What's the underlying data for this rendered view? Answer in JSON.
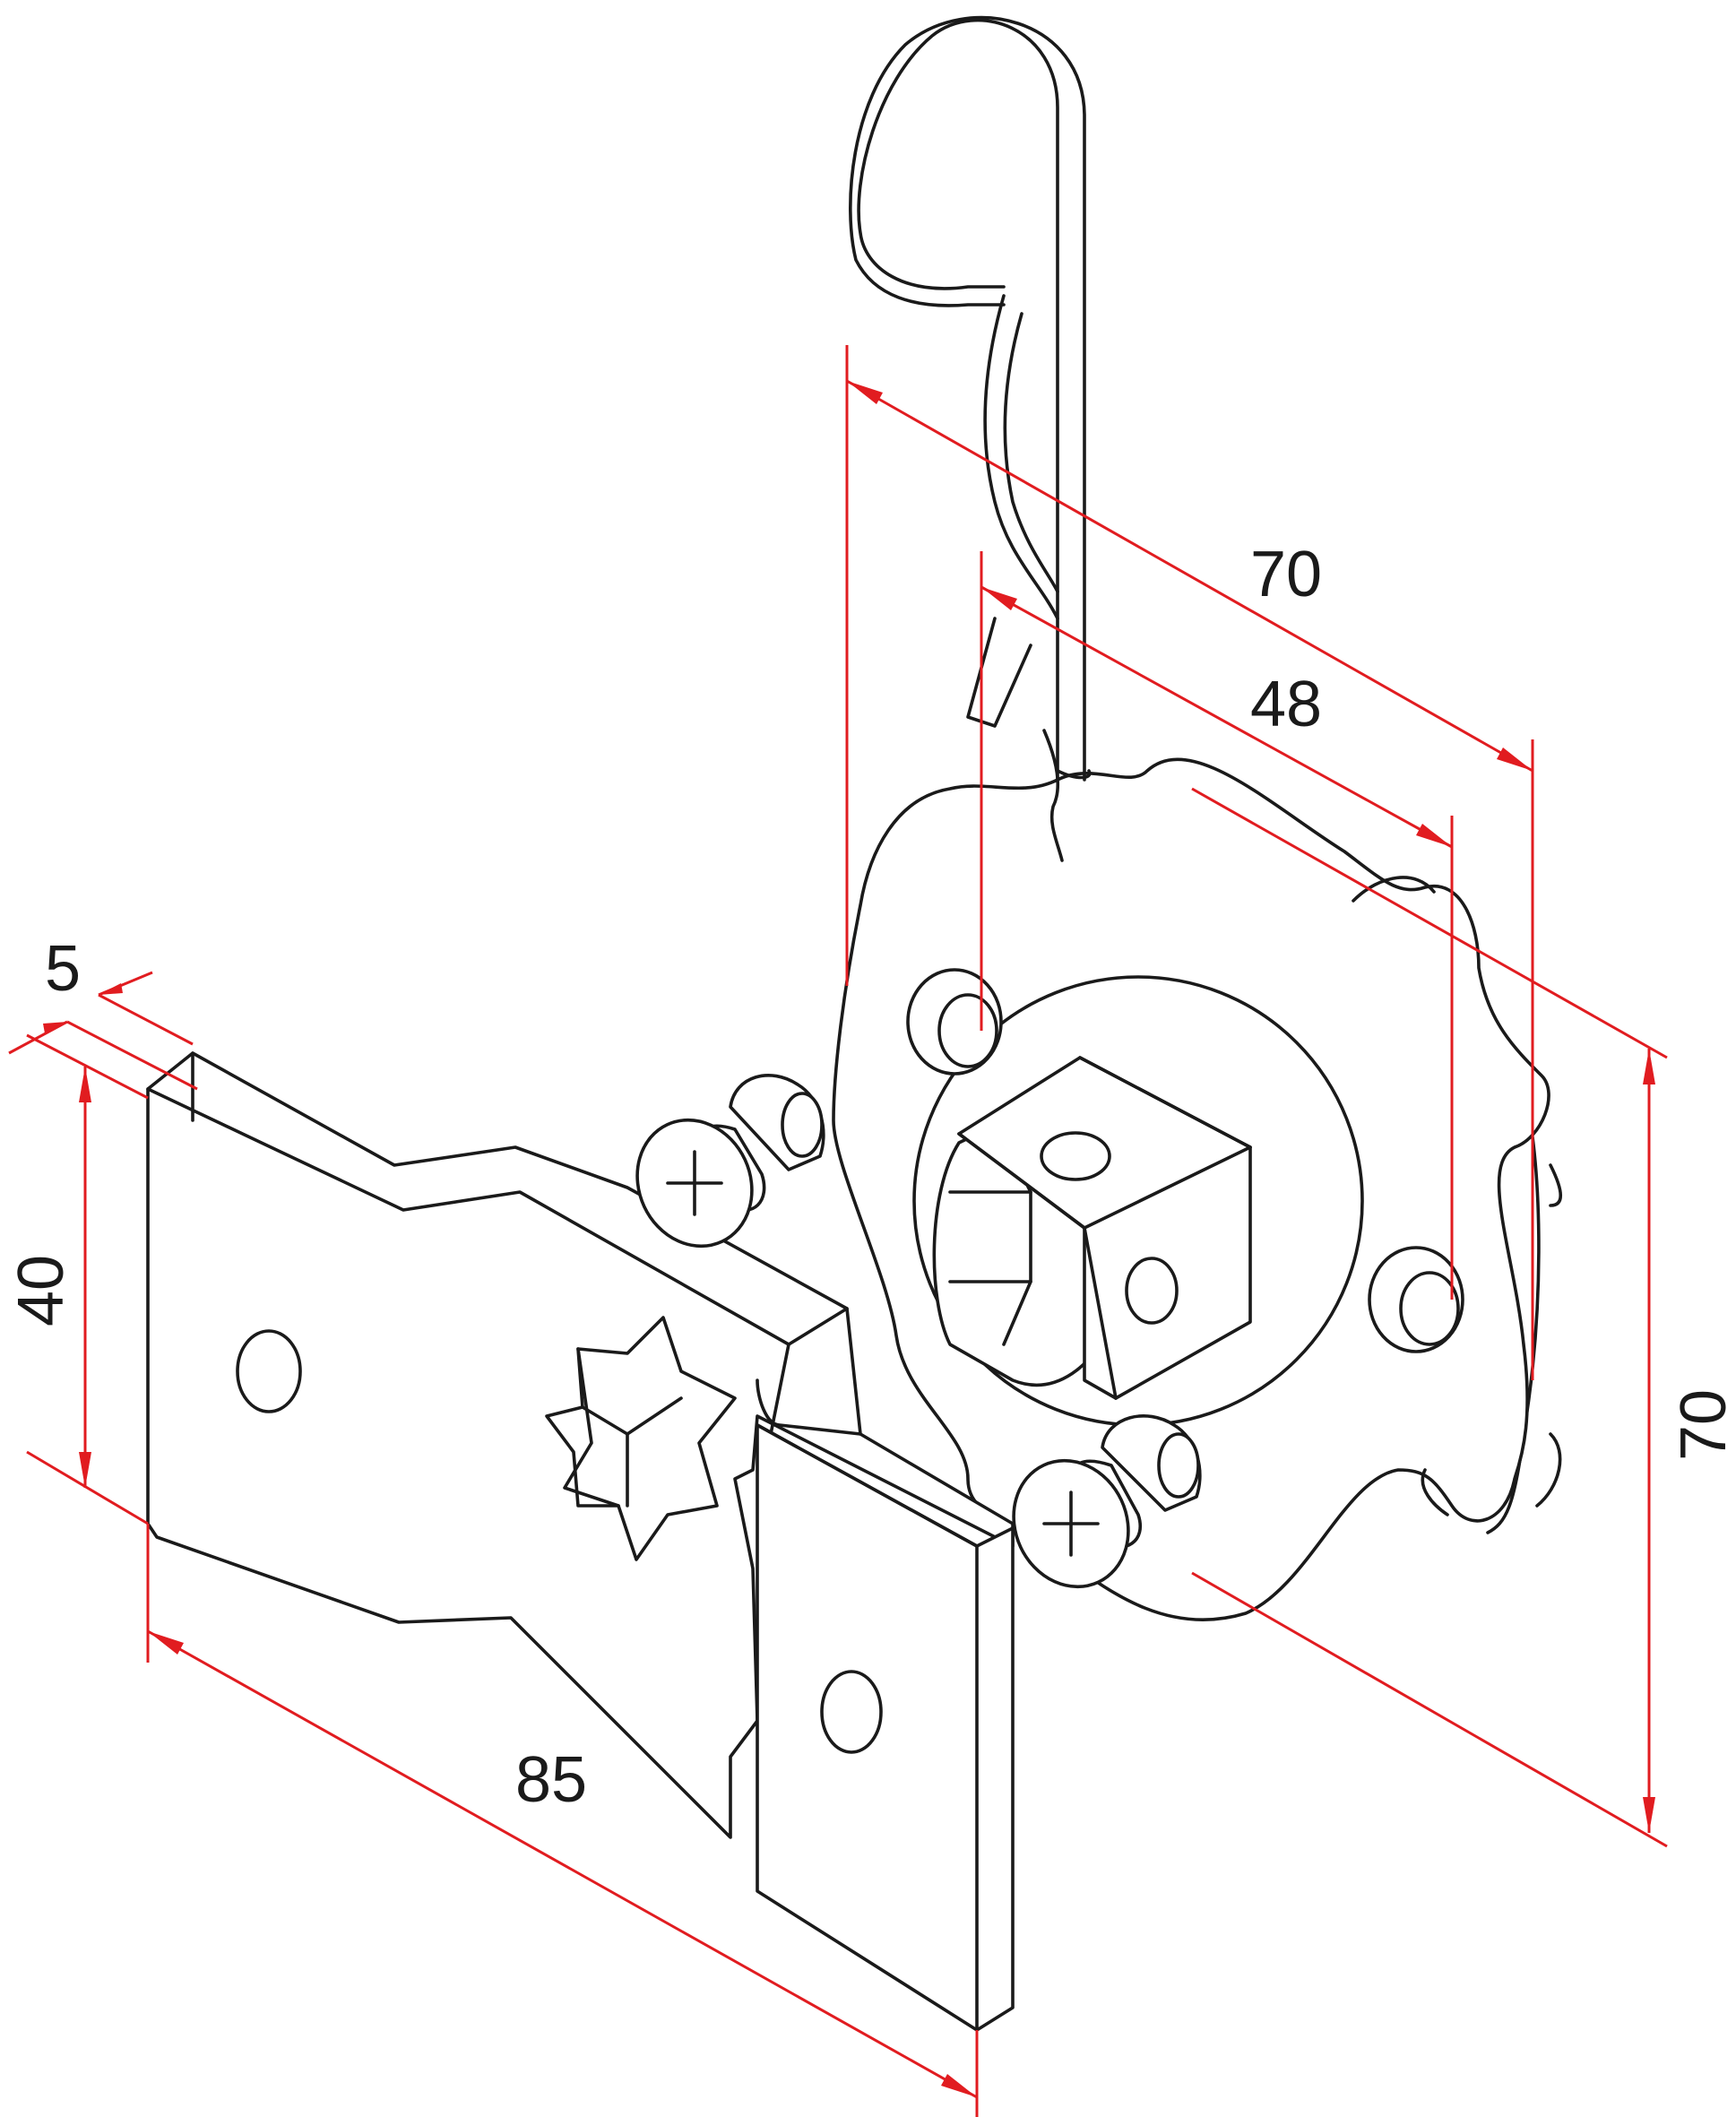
{
  "dimensions": {
    "plate_thickness": "5",
    "plate_height": "40",
    "plate_length": "85",
    "disc_width": "70",
    "hole_spacing": "48",
    "disc_height": "70"
  },
  "colors": {
    "outline": "#1a1a1a",
    "dimension": "#e11c20",
    "background": "#ffffff"
  }
}
